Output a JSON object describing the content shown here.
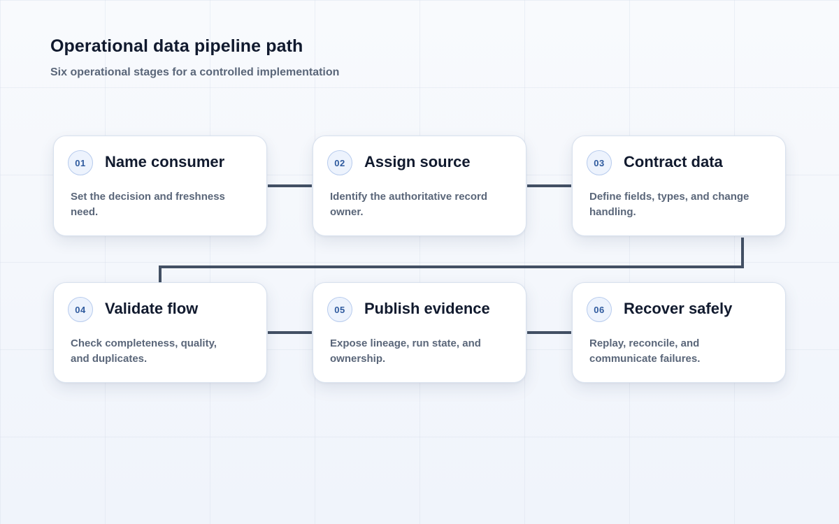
{
  "header": {
    "title": "Operational data pipeline path",
    "subtitle": "Six operational stages for a controlled implementation"
  },
  "colors": {
    "connector": "#435064",
    "badge_text": "#2e5a9e",
    "badge_border": "#b7cbed",
    "title_text": "#111a2e",
    "body_text": "#5a6679"
  },
  "stages": [
    {
      "number": "01",
      "title": "Name consumer",
      "description": "Set the decision and freshness need."
    },
    {
      "number": "02",
      "title": "Assign source",
      "description": "Identify the authoritative record owner."
    },
    {
      "number": "03",
      "title": "Contract data",
      "description": "Define fields, types, and change handling."
    },
    {
      "number": "04",
      "title": "Validate flow",
      "description": "Check completeness, quality, and duplicates."
    },
    {
      "number": "05",
      "title": "Publish evidence",
      "description": "Expose lineage, run state, and ownership."
    },
    {
      "number": "06",
      "title": "Recover safely",
      "description": "Replay, reconcile, and communicate failures."
    }
  ]
}
